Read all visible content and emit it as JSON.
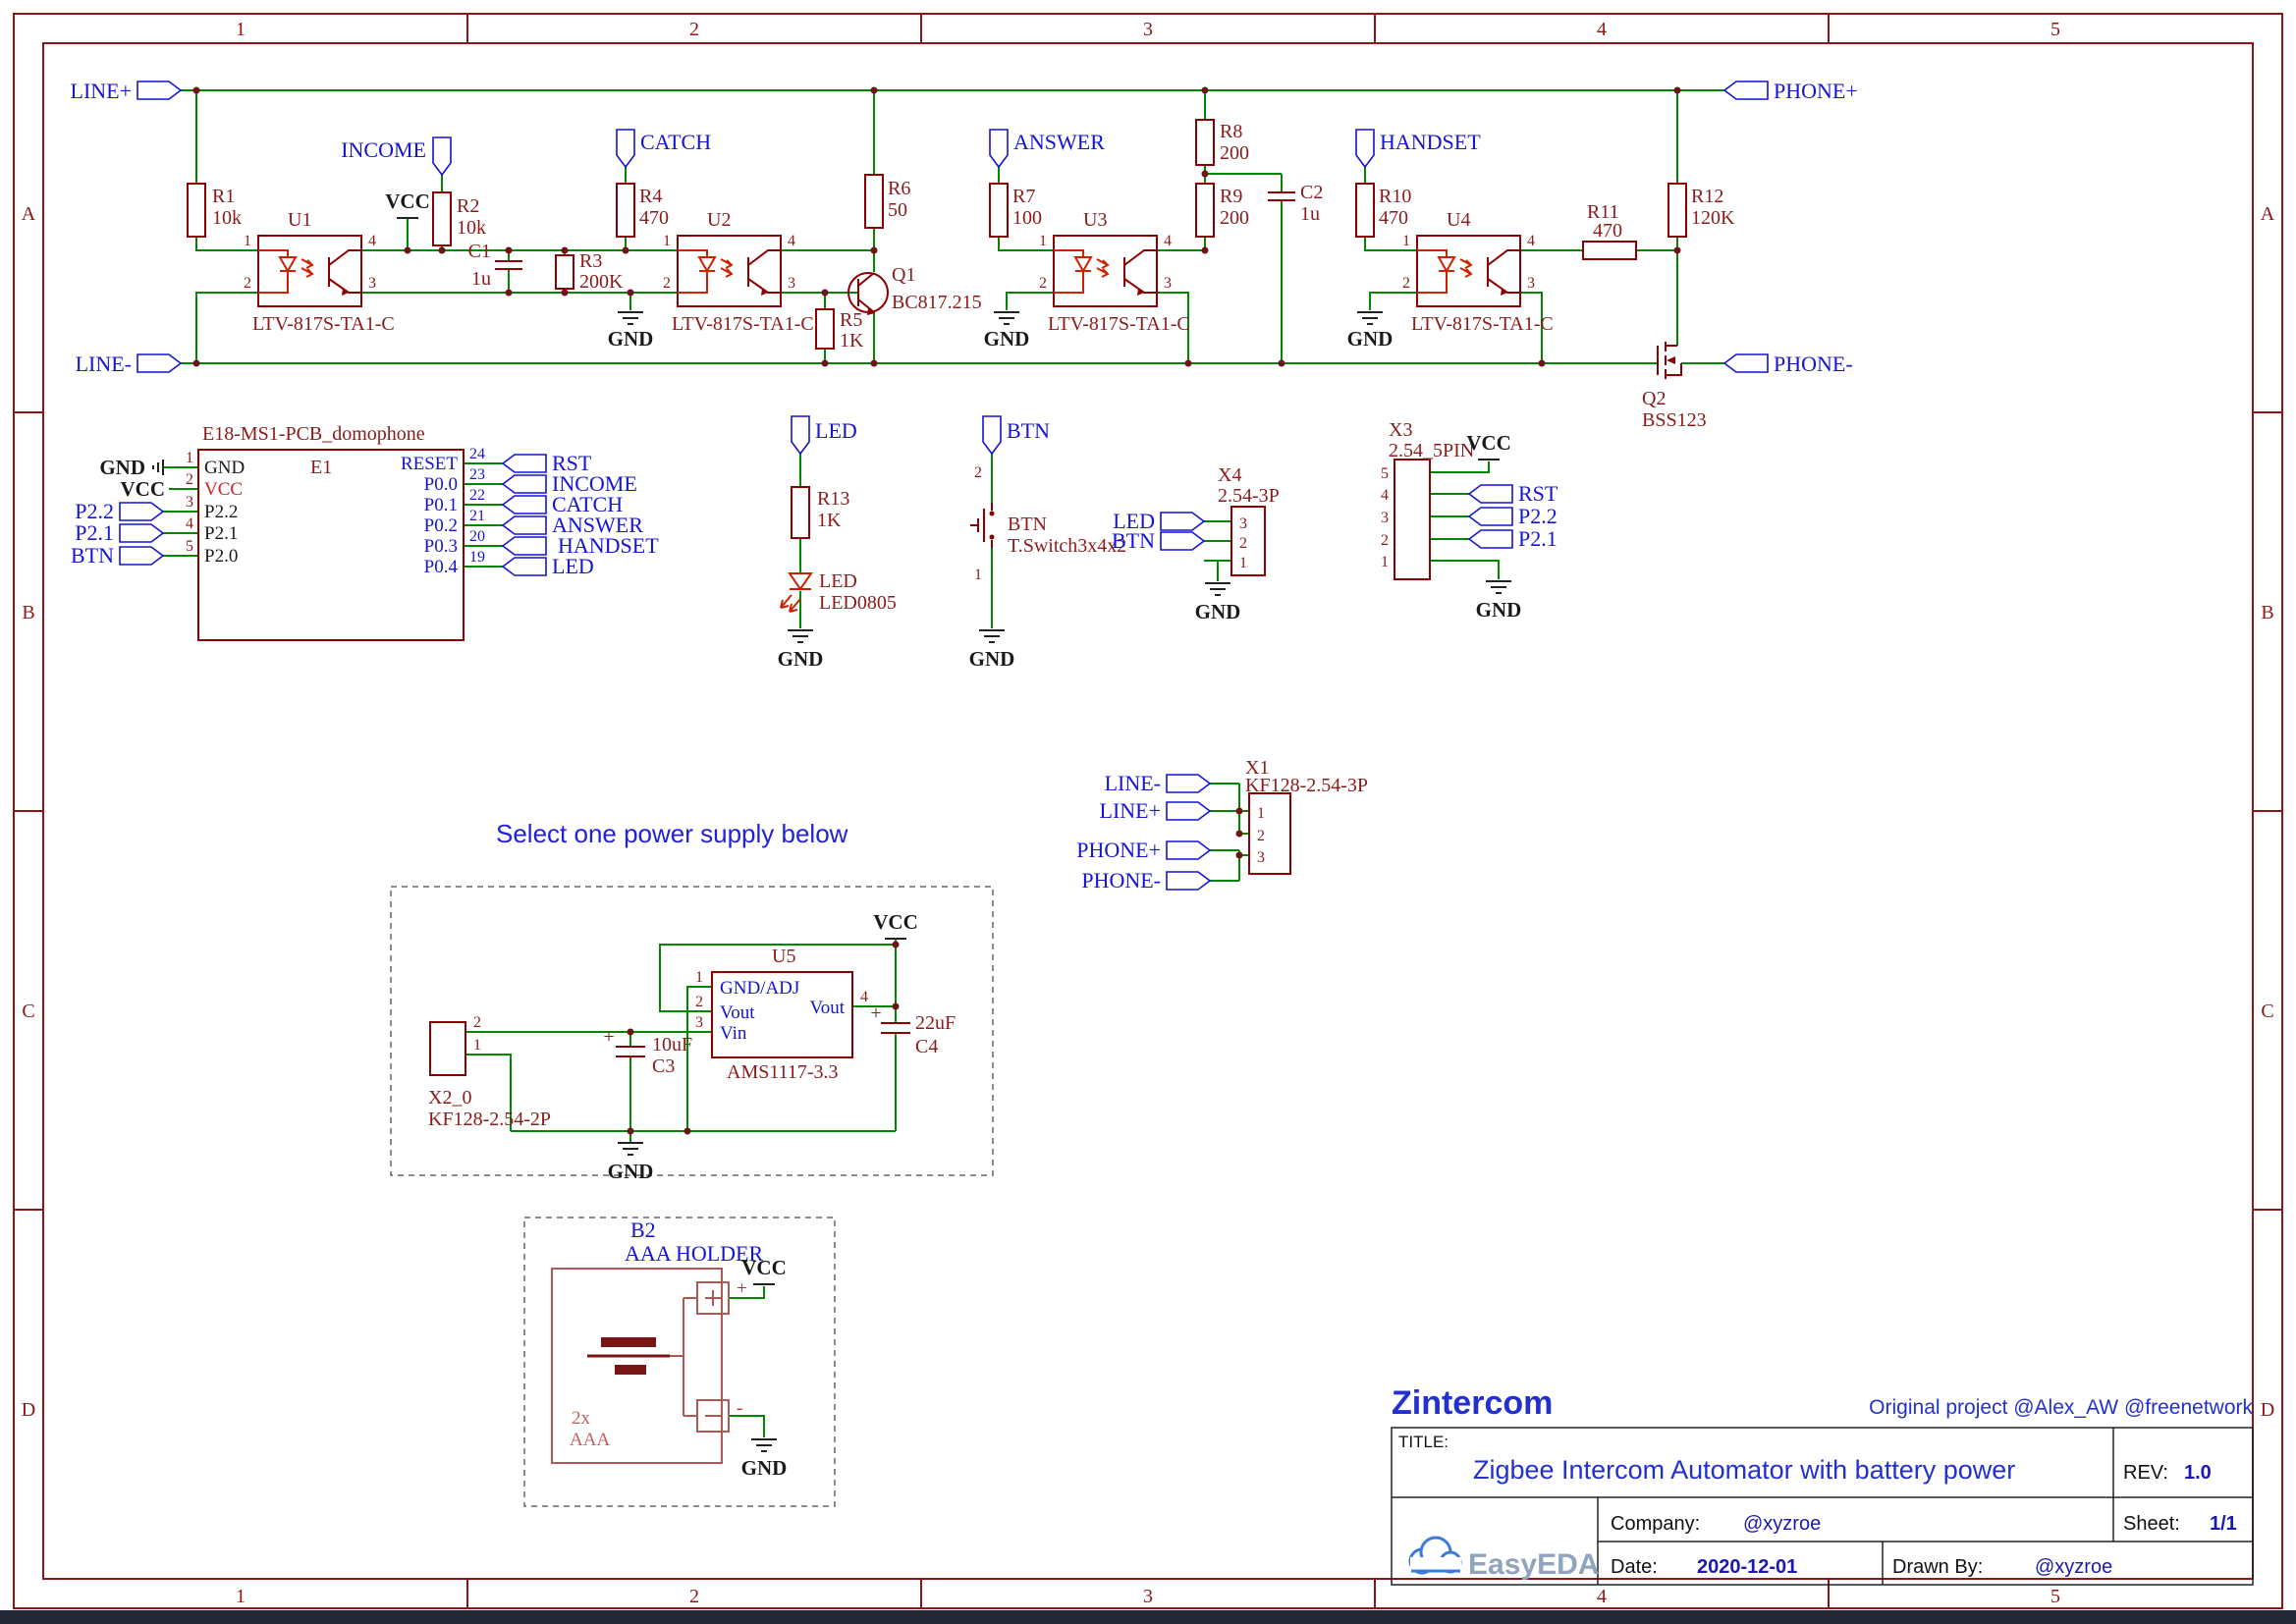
{
  "frame": {
    "cols": [
      "1",
      "2",
      "3",
      "4",
      "5"
    ],
    "rows": [
      "A",
      "B",
      "C",
      "D"
    ]
  },
  "power": {
    "vcc": "VCC",
    "gnd": "GND"
  },
  "nets": {
    "line_plus": "LINE+",
    "line_minus": "LINE-",
    "phone_plus": "PHONE+",
    "phone_minus": "PHONE-",
    "income": "INCOME",
    "catch": "CATCH",
    "answer": "ANSWER",
    "handset": "HANDSET",
    "led": "LED",
    "btn": "BTN",
    "rst": "RST",
    "p22": "P2.2",
    "p21": "P2.1"
  },
  "pin_numbers": {
    "n1": "1",
    "n2": "2",
    "n3": "3",
    "n4": "4",
    "n5": "5",
    "n19": "19",
    "n20": "20",
    "n21": "21",
    "n22": "22",
    "n23": "23",
    "n24": "24"
  },
  "components": {
    "r1": {
      "ref": "R1",
      "value": "10k"
    },
    "r2": {
      "ref": "R2",
      "value": "10k"
    },
    "r3": {
      "ref": "R3",
      "value": "200K"
    },
    "r4": {
      "ref": "R4",
      "value": "470"
    },
    "r5": {
      "ref": "R5",
      "value": "1K"
    },
    "r6": {
      "ref": "R6",
      "value": "50"
    },
    "r7": {
      "ref": "R7",
      "value": "100"
    },
    "r8": {
      "ref": "R8",
      "value": "200"
    },
    "r9": {
      "ref": "R9",
      "value": "200"
    },
    "r10": {
      "ref": "R10",
      "value": "470"
    },
    "r11": {
      "ref": "R11",
      "value": "470"
    },
    "r12": {
      "ref": "R12",
      "value": "120K"
    },
    "r13": {
      "ref": "R13",
      "value": "1K"
    },
    "c1": {
      "ref": "C1",
      "value": "1u"
    },
    "c2": {
      "ref": "C2",
      "value": "1u"
    },
    "c3": {
      "ref": "C3",
      "value": "10uF"
    },
    "c4": {
      "ref": "C4",
      "value": "22uF"
    },
    "q1": {
      "ref": "Q1",
      "value": "BC817.215"
    },
    "q2": {
      "ref": "Q2",
      "value": "BSS123"
    },
    "u1": {
      "ref": "U1",
      "value": "LTV-817S-TA1-C"
    },
    "u2": {
      "ref": "U2",
      "value": "LTV-817S-TA1-C"
    },
    "u3": {
      "ref": "U3",
      "value": "LTV-817S-TA1-C"
    },
    "u4": {
      "ref": "U4",
      "value": "LTV-817S-TA1-C"
    },
    "u5": {
      "ref": "U5",
      "value": "AMS1117-3.3"
    },
    "led1": {
      "ref": "LED",
      "value": "LED0805"
    },
    "btn1": {
      "ref": "BTN",
      "value": "T.Switch3x4x2"
    },
    "x1": {
      "ref": "X1",
      "value": "KF128-2.54-3P"
    },
    "x2": {
      "ref": "X2_0",
      "value": "KF128-2.54-2P"
    },
    "x3": {
      "ref": "X3",
      "value": "2.54_5PIN"
    },
    "x4": {
      "ref": "X4",
      "value": "2.54-3P"
    },
    "b2": {
      "ref": "B2",
      "value": "AAA HOLDER"
    }
  },
  "u5_pins": {
    "p1": "GND/ADJ",
    "p2": "Vout",
    "p3": "Vin",
    "p4": "Vout"
  },
  "module": {
    "ref": "E1",
    "title": "E18-MS1-PCB_domophone",
    "left_pins": [
      {
        "num": "1",
        "name": "GND"
      },
      {
        "num": "2",
        "name": "VCC"
      },
      {
        "num": "3",
        "name": "P2.2"
      },
      {
        "num": "4",
        "name": "P2.1"
      },
      {
        "num": "5",
        "name": "P2.0"
      }
    ],
    "right_pins": [
      {
        "num": "24",
        "name": "RESET"
      },
      {
        "num": "23",
        "name": "P0.0"
      },
      {
        "num": "22",
        "name": "P0.1"
      },
      {
        "num": "21",
        "name": "P0.2"
      },
      {
        "num": "20",
        "name": "P0.3"
      },
      {
        "num": "19",
        "name": "P0.4"
      }
    ]
  },
  "symbols": {
    "plus": "+",
    "minus": "-"
  },
  "battery": {
    "qty": "2x",
    "type": "AAA"
  },
  "notes": {
    "power_select": "Select one power supply below"
  },
  "title_block": {
    "project": "Zintercom",
    "credit": "Original project @Alex_AW @freenetwork",
    "title_label": "TITLE:",
    "title": "Zigbee Intercom Automator with battery power",
    "rev_label": "REV:",
    "rev": "1.0",
    "company_label": "Company:",
    "company": "@xyzroe",
    "sheet_label": "Sheet:",
    "sheet": "1/1",
    "date_label": "Date:",
    "date": "2020-12-01",
    "drawn_label": "Drawn By:",
    "drawn": "@xyzroe"
  },
  "logo": {
    "name": "EasyEDA"
  }
}
